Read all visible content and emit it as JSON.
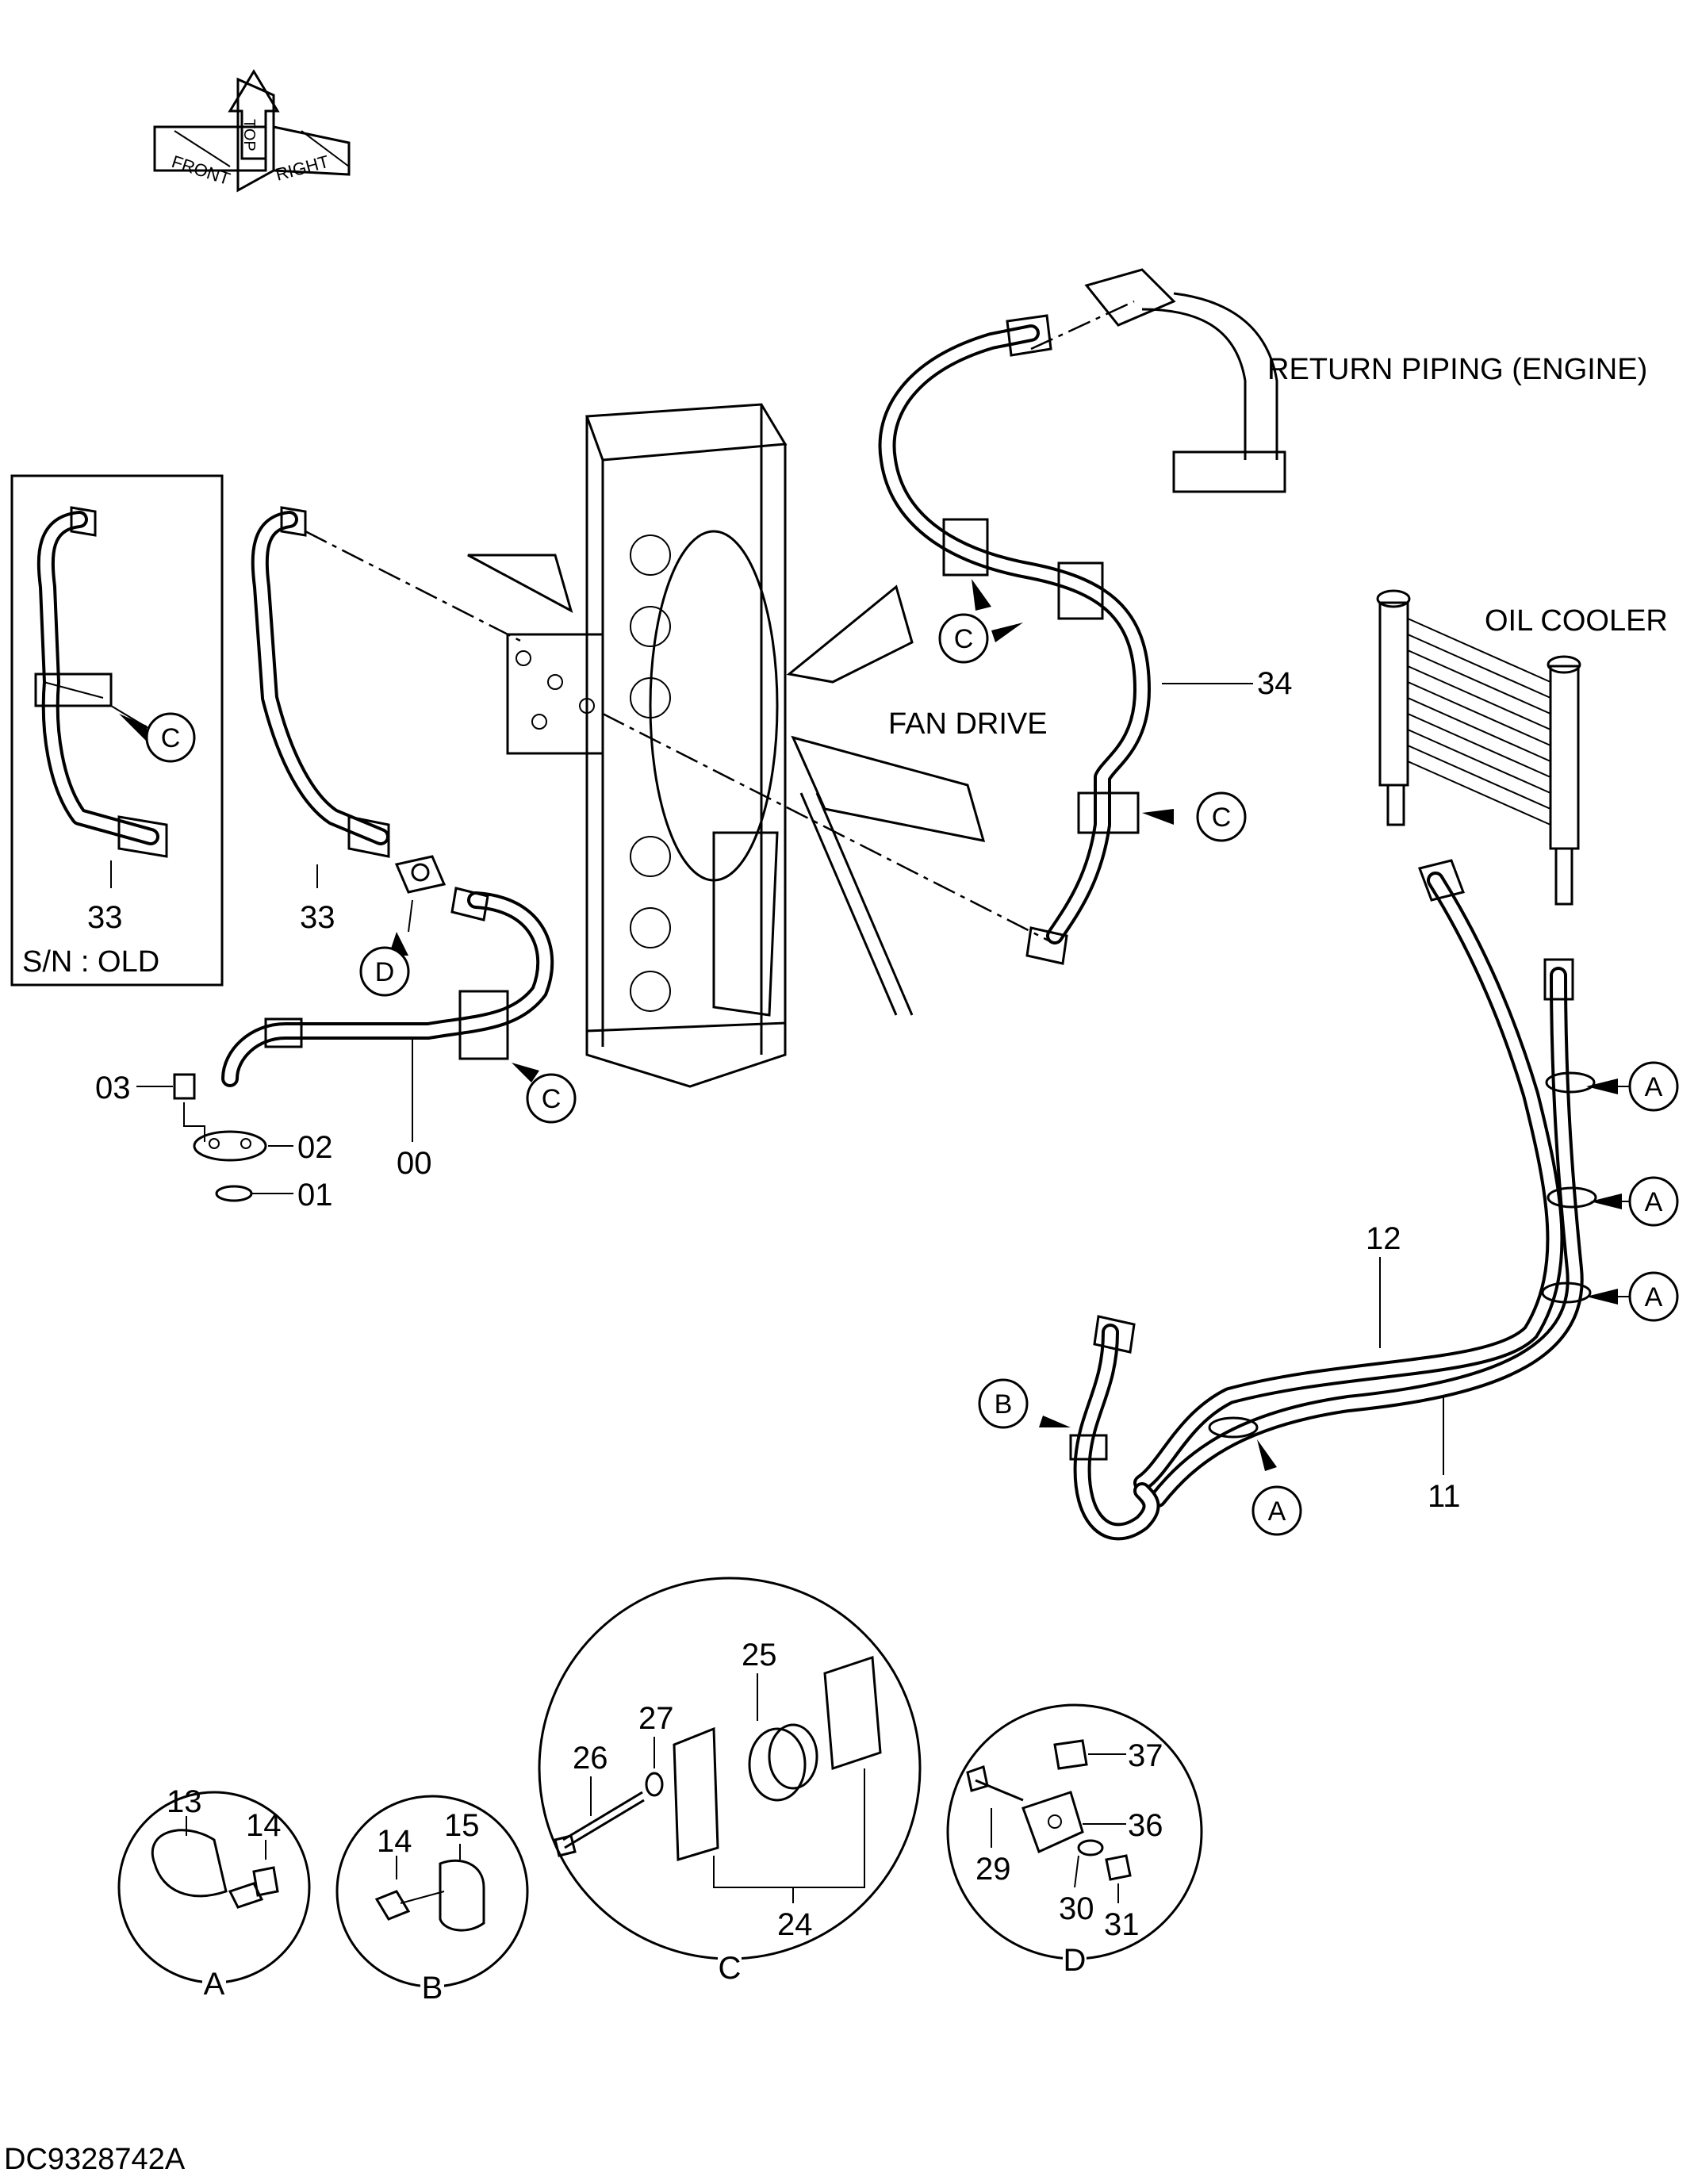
{
  "drawing_id": "DC9328742A",
  "direction_indicator": {
    "front": "FRONT",
    "top": "TOP",
    "right": "RIGHT"
  },
  "notes": {
    "return_piping": "RETURN PIPING (ENGINE)",
    "oil_cooler": "OIL COOLER",
    "fan_drive": "FAN DRIVE",
    "serial_note": "S/N : OLD"
  },
  "part_numbers": {
    "p00": "00",
    "p01": "01",
    "p02": "02",
    "p03": "03",
    "p11": "11",
    "p12": "12",
    "p13": "13",
    "p14": "14",
    "p15": "15",
    "p24": "24",
    "p25": "25",
    "p26": "26",
    "p27": "27",
    "p29": "29",
    "p30": "30",
    "p31": "31",
    "p33": "33",
    "p34": "34",
    "p36": "36",
    "p37": "37"
  },
  "callouts": {
    "a": "A",
    "b": "B",
    "c": "C",
    "d": "D"
  },
  "detail_views": [
    {
      "letter": "A",
      "parts": [
        "13",
        "14"
      ]
    },
    {
      "letter": "B",
      "parts": [
        "14",
        "15"
      ]
    },
    {
      "letter": "C",
      "parts": [
        "24",
        "25",
        "26",
        "27"
      ]
    },
    {
      "letter": "D",
      "parts": [
        "29",
        "30",
        "31",
        "36",
        "37"
      ]
    }
  ]
}
